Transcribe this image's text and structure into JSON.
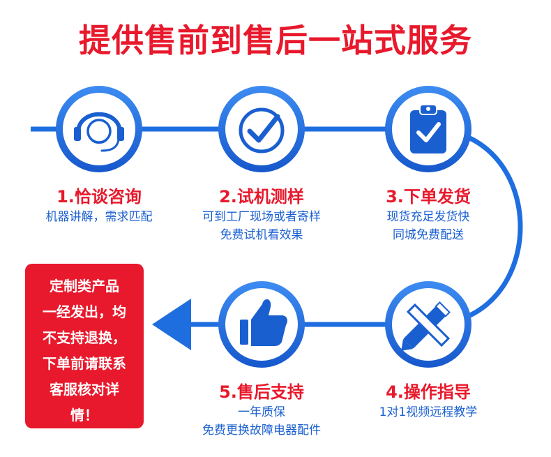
{
  "headline": "提供售前到售后一站式服务",
  "colors": {
    "accent_red": "#e8192c",
    "brand_blue": "#1f6ee0",
    "icon_blue": "#1a5fd0"
  },
  "steps": [
    {
      "icon": "headset-icon",
      "title": "1.恰谈咨询",
      "desc": [
        "机器讲解，需求匹配"
      ]
    },
    {
      "icon": "checkmark-circle-icon",
      "title": "2.试机测样",
      "desc": [
        "可到工厂现场或者寄样",
        "免费试机看效果"
      ]
    },
    {
      "icon": "clipboard-check-icon",
      "title": "3.下单发货",
      "desc": [
        "现货充足发货快",
        "同城免费配送"
      ]
    },
    {
      "icon": "pencil-ruler-icon",
      "title": "4.操作指导",
      "desc": [
        "1对1视频远程教学"
      ]
    },
    {
      "icon": "thumbs-up-icon",
      "title": "5.售后支持",
      "desc": [
        "一年质保",
        "免费更换故障电器配件"
      ]
    }
  ],
  "notice": [
    "定制类产品",
    "一经发出，均",
    "不支持退换，",
    "下单前请联系",
    "客服核对详",
    "情！"
  ]
}
